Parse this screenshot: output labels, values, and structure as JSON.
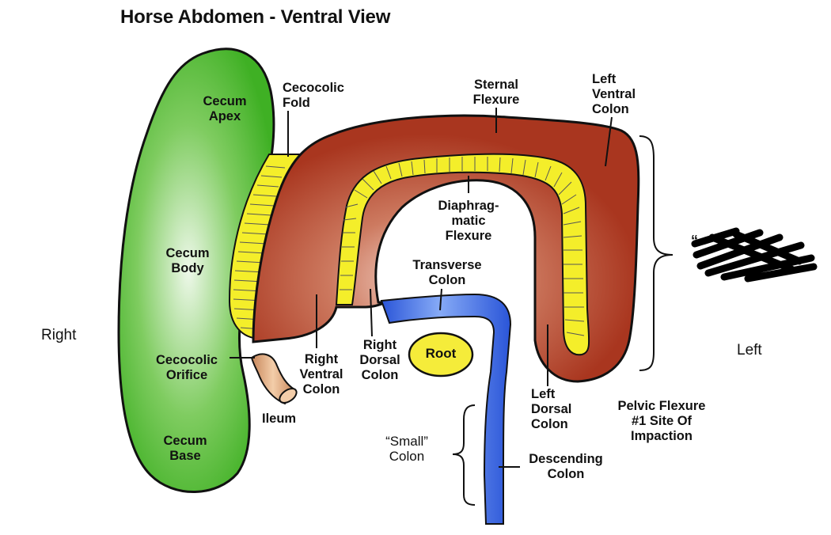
{
  "title": "Horse Abdomen - Ventral View",
  "sides": {
    "right": "Right",
    "left": "Left"
  },
  "labels": {
    "cecum_apex": [
      "Cecum",
      "Apex"
    ],
    "cecum_body": [
      "Cecum",
      "Body"
    ],
    "cecum_base": [
      "Cecum",
      "Base"
    ],
    "cecocolic_fold": [
      "Cecocolic",
      "Fold"
    ],
    "cecocolic_orifice": [
      "Cecocolic",
      "Orifice"
    ],
    "ileum": "Ileum",
    "sternal_flexure": [
      "Sternal",
      "Flexure"
    ],
    "left_ventral_colon": [
      "Left",
      "Ventral",
      "Colon"
    ],
    "diaphragmatic_flexure": [
      "Diaphrag-",
      "matic",
      "Flexure"
    ],
    "transverse_colon": [
      "Transverse",
      "Colon"
    ],
    "right_ventral_colon": [
      "Right",
      "Ventral",
      "Colon"
    ],
    "right_dorsal_colon": [
      "Right",
      "Dorsal",
      "Colon"
    ],
    "root": "Root",
    "left_dorsal_colon": [
      "Left",
      "Dorsal",
      "Colon"
    ],
    "pelvic_flexure": [
      "Pelvic Flexure",
      "#1 Site Of",
      "Impaction"
    ],
    "small_colon": [
      "“Small”",
      "Colon"
    ],
    "descending_colon": [
      "Descending",
      "Colon"
    ]
  },
  "colors": {
    "cecum": "#46b62c",
    "cecum_highlight": "#e9f6e2",
    "colon": "#a9361f",
    "colon_highlight": "#f2d0c3",
    "fold": "#f4ee2a",
    "small_colon": "#2f5fe0",
    "small_colon_highlight": "#7ea4f4",
    "ileum": "#e8b48a",
    "root": "#f5ec3a",
    "outline": "#111111"
  }
}
